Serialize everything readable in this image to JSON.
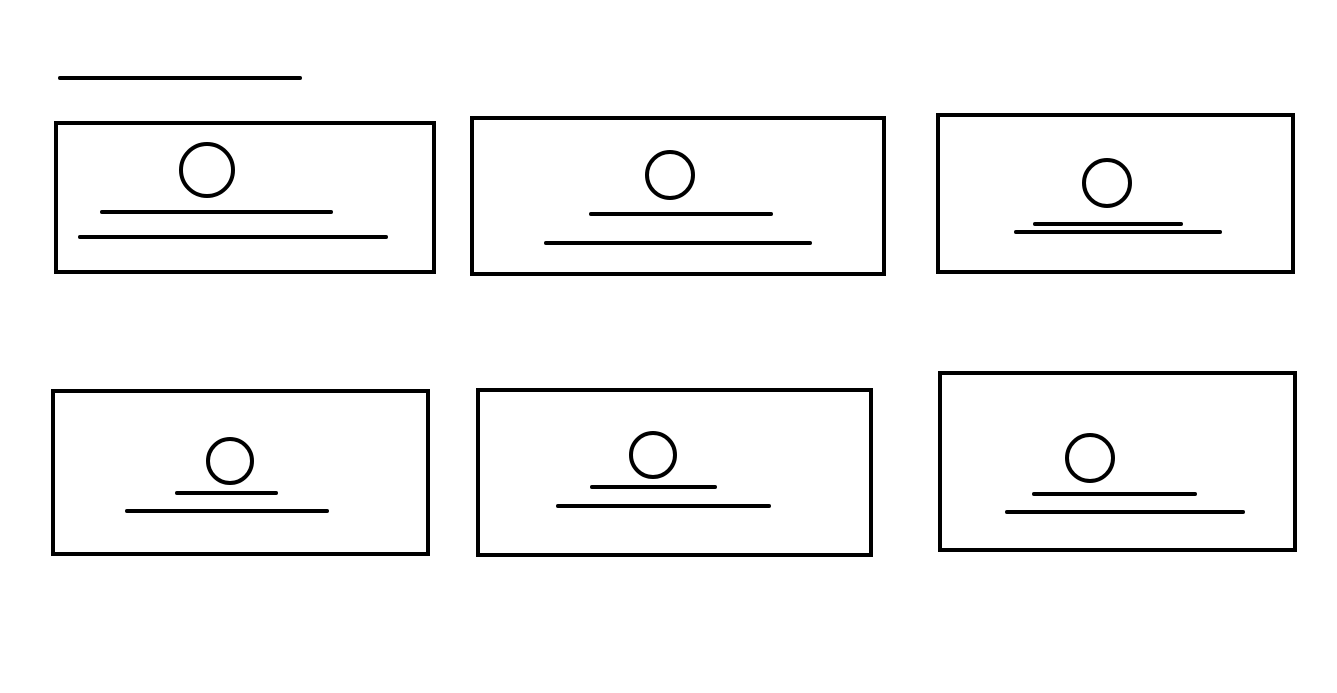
{
  "colors": {
    "background": "#ffffff",
    "stroke": "#000000"
  },
  "title_placeholder": {
    "kind": "text-line"
  },
  "cards": [
    {
      "icon": "circle-icon",
      "text_lines": 2
    },
    {
      "icon": "circle-icon",
      "text_lines": 2
    },
    {
      "icon": "circle-icon",
      "text_lines": 2
    },
    {
      "icon": "circle-icon",
      "text_lines": 2
    },
    {
      "icon": "circle-icon",
      "text_lines": 2
    },
    {
      "icon": "circle-icon",
      "text_lines": 2
    }
  ]
}
